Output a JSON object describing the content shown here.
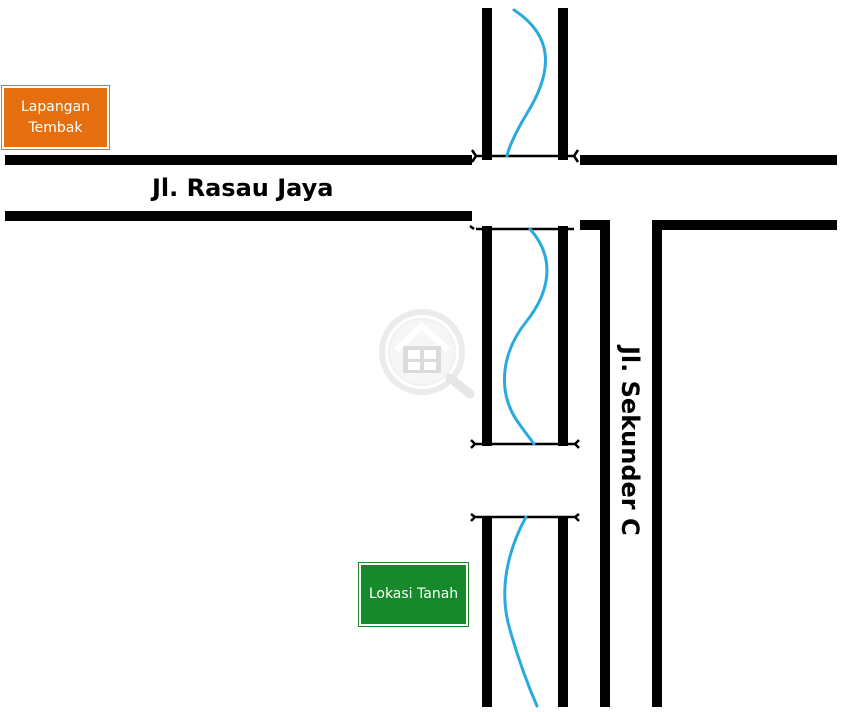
{
  "roads": {
    "horizontal_name": "Jl. Rasau Jaya",
    "vertical_name": "Jl. Sekunder C"
  },
  "landmarks": {
    "shooting_range_line1": "Lapangan",
    "shooting_range_line2": "Tembak",
    "land_location": "Lokasi Tanah"
  },
  "colors": {
    "road": "#000000",
    "river": "#29a9e0",
    "landmark_orange": "#e56f0f",
    "landmark_green": "#168a2a"
  },
  "icons": {
    "watermark": "house-magnifier-icon"
  }
}
